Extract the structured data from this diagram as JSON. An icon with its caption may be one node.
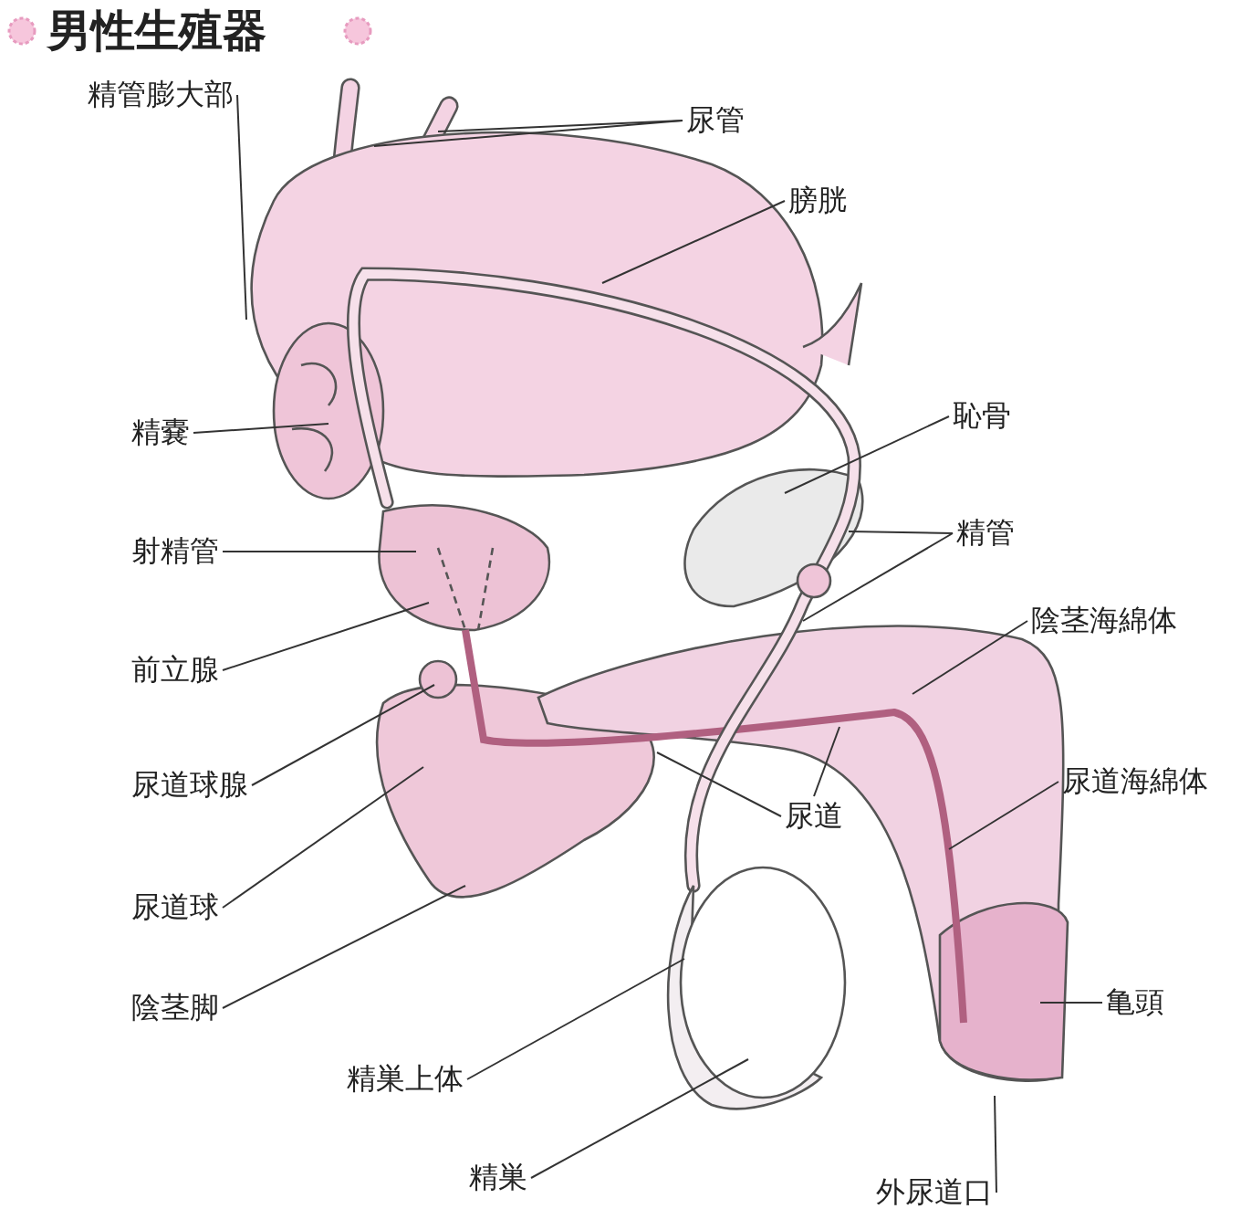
{
  "diagram": {
    "title": "男性生殖器",
    "nodes": [
      {
        "text": [
          "精管膨大部"
        ]
      },
      {
        "text": [
          "尿管"
        ]
      },
      {
        "text": [
          "膀胱"
        ]
      },
      {
        "text": [
          "精嚢"
        ]
      },
      {
        "text": [
          "恥骨"
        ]
      },
      {
        "text": [
          "射精管"
        ]
      },
      {
        "text": [
          "精管"
        ]
      },
      {
        "text": [
          "陰茎海綿体"
        ]
      },
      {
        "text": [
          "前立腺"
        ]
      },
      {
        "text": [
          "尿道球腺"
        ]
      },
      {
        "text": [
          "尿道"
        ]
      },
      {
        "text": [
          "尿道海綿体"
        ]
      },
      {
        "text": [
          "尿道球"
        ]
      },
      {
        "text": [
          "亀頭"
        ]
      },
      {
        "text": [
          "陰茎脚"
        ]
      },
      {
        "text": [
          "精巣上体"
        ]
      },
      {
        "text": [
          "精巣"
        ]
      },
      {
        "text": [
          "外尿道口"
        ]
      }
    ],
    "edges": [
      {
        "from": 0,
        "to": null,
        "arrow": "none"
      },
      {
        "from": 1,
        "to": null,
        "arrow": "none"
      },
      {
        "from": 1,
        "to": null,
        "arrow": "none"
      },
      {
        "from": 2,
        "to": null,
        "arrow": "none"
      },
      {
        "from": 3,
        "to": null,
        "arrow": "none"
      },
      {
        "from": 4,
        "to": null,
        "arrow": "none"
      },
      {
        "from": 5,
        "to": null,
        "arrow": "none"
      },
      {
        "from": 6,
        "to": null,
        "arrow": "none"
      },
      {
        "from": 6,
        "to": null,
        "arrow": "none"
      },
      {
        "from": 7,
        "to": null,
        "arrow": "none"
      },
      {
        "from": 8,
        "to": null,
        "arrow": "none"
      },
      {
        "from": 9,
        "to": null,
        "arrow": "none"
      },
      {
        "from": 10,
        "to": null,
        "arrow": "none"
      },
      {
        "from": 10,
        "to": null,
        "arrow": "none"
      },
      {
        "from": 11,
        "to": null,
        "arrow": "none"
      },
      {
        "from": 12,
        "to": null,
        "arrow": "none"
      },
      {
        "from": 13,
        "to": null,
        "arrow": "none"
      },
      {
        "from": 14,
        "to": null,
        "arrow": "none"
      },
      {
        "from": 15,
        "to": null,
        "arrow": "none"
      },
      {
        "from": 16,
        "to": null,
        "arrow": "none"
      },
      {
        "from": 17,
        "to": null,
        "arrow": "none"
      }
    ]
  }
}
